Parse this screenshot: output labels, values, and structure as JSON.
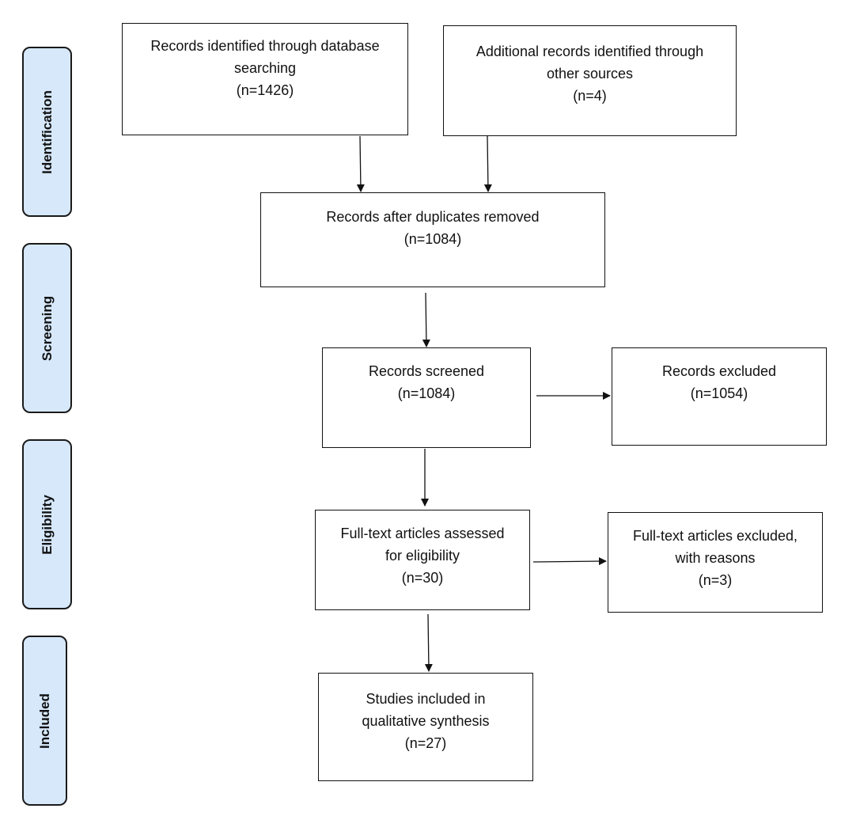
{
  "phases": {
    "identification": "Identification",
    "screening": "Screening",
    "eligibility": "Eligibility",
    "included": "Included"
  },
  "boxes": {
    "database": {
      "line1": "Records identified through database",
      "line2": "searching",
      "count": "(n=1426)"
    },
    "other_sources": {
      "line1": "Additional records identified through",
      "line2": "other sources",
      "count": "(n=4)"
    },
    "duplicates_removed": {
      "line1": "Records after duplicates removed",
      "count": "(n=1084)"
    },
    "screened": {
      "line1": "Records screened",
      "count": "(n=1084)"
    },
    "excluded": {
      "line1": "Records excluded",
      "count": "(n=1054)"
    },
    "fulltext_assessed": {
      "line1": "Full-text articles assessed",
      "line2": "for eligibility",
      "count": "(n=30)"
    },
    "fulltext_excluded": {
      "line1": "Full-text articles excluded,",
      "line2": "with reasons",
      "count": "(n=3)"
    },
    "included": {
      "line1": "Studies included in",
      "line2": "qualitative synthesis",
      "count": "(n=27)"
    }
  }
}
